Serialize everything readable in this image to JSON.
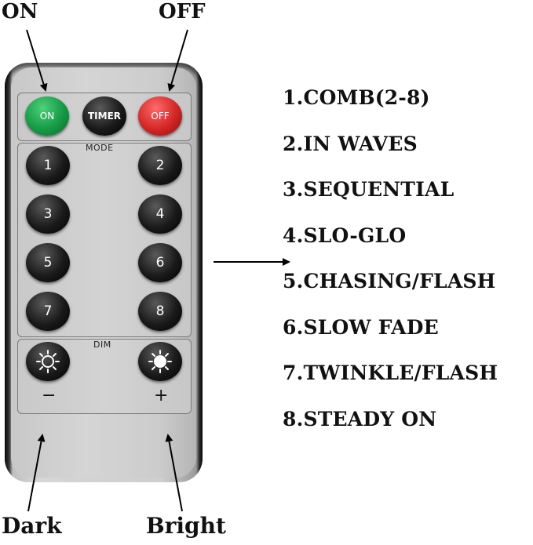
{
  "callouts": {
    "on": "ON",
    "off": "OFF",
    "dark": "Dark",
    "bright": "Bright"
  },
  "remote": {
    "buttons_top": {
      "on": "ON",
      "timer": "TIMER",
      "off": "OFF"
    },
    "mode_label": "MODE",
    "mode_buttons": [
      "1",
      "2",
      "3",
      "4",
      "5",
      "6",
      "7",
      "8"
    ],
    "dim_label": "DIM",
    "dim_minus": "−",
    "dim_plus": "+"
  },
  "modes": [
    "1.COMB(2-8)",
    "2.IN WAVES",
    "3.SEQUENTIAL",
    "4.SLO-GLO",
    "5.CHASING/FLASH",
    "6.SLOW FADE",
    "7.TWINKLE/FLASH",
    "8.STEADY ON"
  ],
  "colors": {
    "on_button": "#169a45",
    "off_button": "#d42626",
    "mode_button": "#1a1a1a"
  }
}
